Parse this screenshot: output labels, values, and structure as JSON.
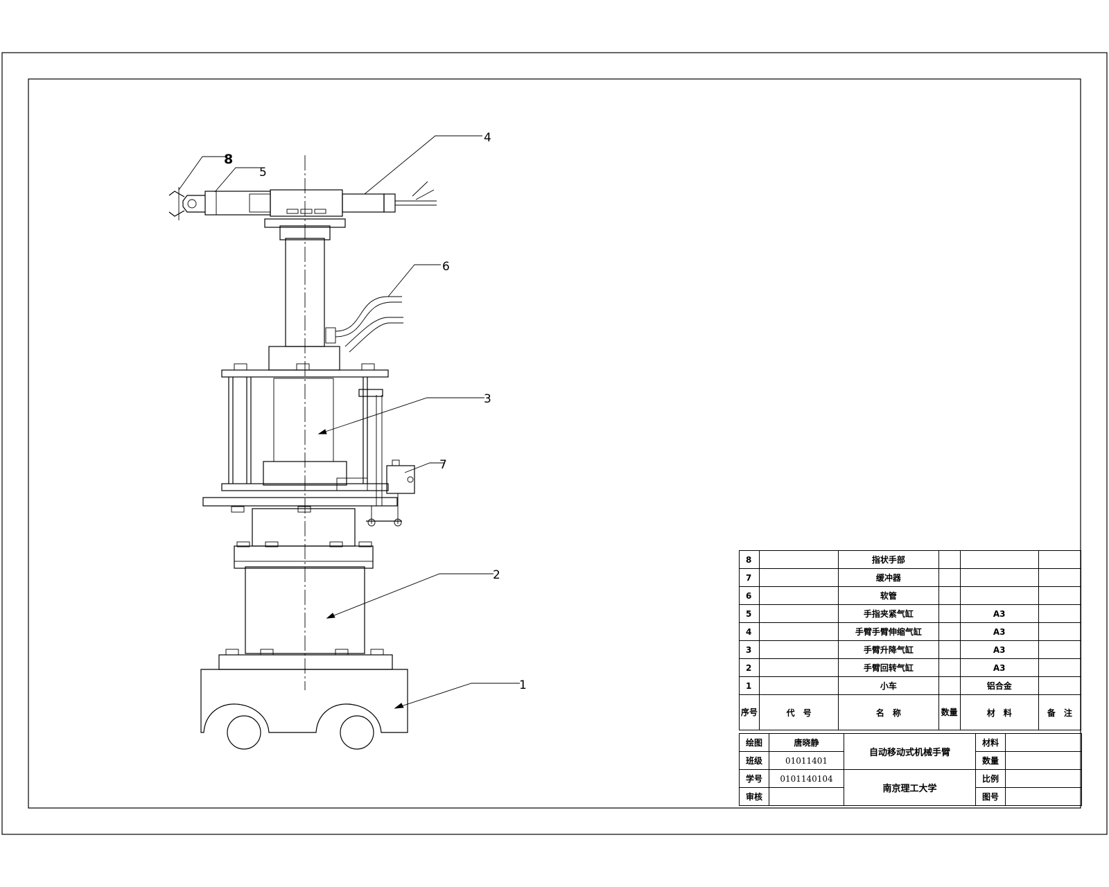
{
  "callouts": [
    "1",
    "2",
    "3",
    "4",
    "5",
    "6",
    "7",
    "8"
  ],
  "parts_header": {
    "index": "序号",
    "code": "代　号",
    "name": "名　称",
    "qty": "数量",
    "material": "材　料",
    "note": "备　注"
  },
  "parts": [
    {
      "index": "8",
      "code": "",
      "name": "指状手部",
      "qty": "",
      "material": "",
      "note": ""
    },
    {
      "index": "7",
      "code": "",
      "name": "缓冲器",
      "qty": "",
      "material": "",
      "note": ""
    },
    {
      "index": "6",
      "code": "",
      "name": "软管",
      "qty": "",
      "material": "",
      "note": ""
    },
    {
      "index": "5",
      "code": "",
      "name": "手指夹紧气缸",
      "qty": "",
      "material": "A3",
      "note": ""
    },
    {
      "index": "4",
      "code": "",
      "name": "手臂手臂伸缩气缸",
      "qty": "",
      "material": "A3",
      "note": ""
    },
    {
      "index": "3",
      "code": "",
      "name": "手臂升降气缸",
      "qty": "",
      "material": "A3",
      "note": ""
    },
    {
      "index": "2",
      "code": "",
      "name": "手臂回转气缸",
      "qty": "",
      "material": "A3",
      "note": ""
    },
    {
      "index": "1",
      "code": "",
      "name": "小车",
      "qty": "",
      "material": "铝合金",
      "note": ""
    }
  ],
  "title_block": {
    "drawn_label": "绘图",
    "drawn_value": "唐晓静",
    "class_label": "班级",
    "class_value": "01011401",
    "student_no_label": "学号",
    "student_no_value": "0101140104",
    "review_label": "审核",
    "review_value": "",
    "drawing_title": "自动移动式机械手臂",
    "institution": "南京理工大学",
    "material_label": "材料",
    "material_value": "",
    "quantity_label": "数量",
    "quantity_value": "",
    "scale_label": "比例",
    "scale_value": "",
    "drawing_no_label": "图号",
    "drawing_no_value": ""
  }
}
